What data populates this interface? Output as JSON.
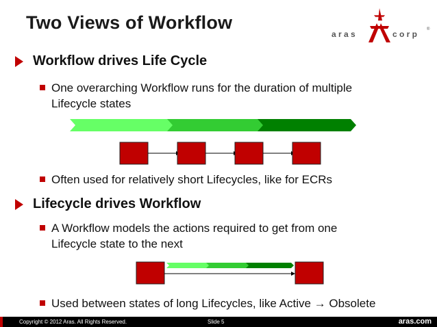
{
  "slide": {
    "title": "Two Views of Workflow",
    "logo_text_left": "a r a s",
    "logo_text_right": "c o r p",
    "logo_mark": "®",
    "sections": [
      {
        "heading": "Workflow drives Life Cycle",
        "points": [
          "One overarching Workflow runs for the duration of multiple Lifecycle states",
          "Often used for relatively short Lifecycles, like for ECRs"
        ]
      },
      {
        "heading": "Lifecycle drives Workflow",
        "points": [
          "A Workflow models the actions required to get from one Lifecycle state to the next",
          "Used between states of long Lifecycles, like Active → Obsolete"
        ]
      }
    ],
    "colors": {
      "accent": "#c00000",
      "state_box": "#c00000",
      "workflow_light": "#66ff66",
      "workflow_mid": "#33cc33",
      "workflow_dark": "#008000"
    }
  },
  "footer": {
    "copyright": "Copyright © 2012 Aras.  All Rights Reserved.",
    "slide_number": "Slide 5",
    "site": "aras.com"
  }
}
